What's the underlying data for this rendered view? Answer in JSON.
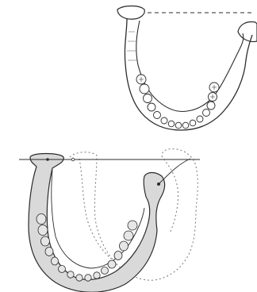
{
  "figure": {
    "panels": [
      {
        "id": "top",
        "subject": "mandible-superior-view",
        "reference_line": "dashed"
      },
      {
        "id": "bottom",
        "subject": "mandible-rotation-comparison",
        "reference_line": "solid",
        "overlay_outline": "dotted"
      }
    ],
    "colors": {
      "line": "#2b2b2b",
      "bone_fill": "#d9d9d9",
      "bone_fill_light": "#e6e6e6",
      "dotted_outline": "#777777",
      "background": "#ffffff"
    }
  }
}
